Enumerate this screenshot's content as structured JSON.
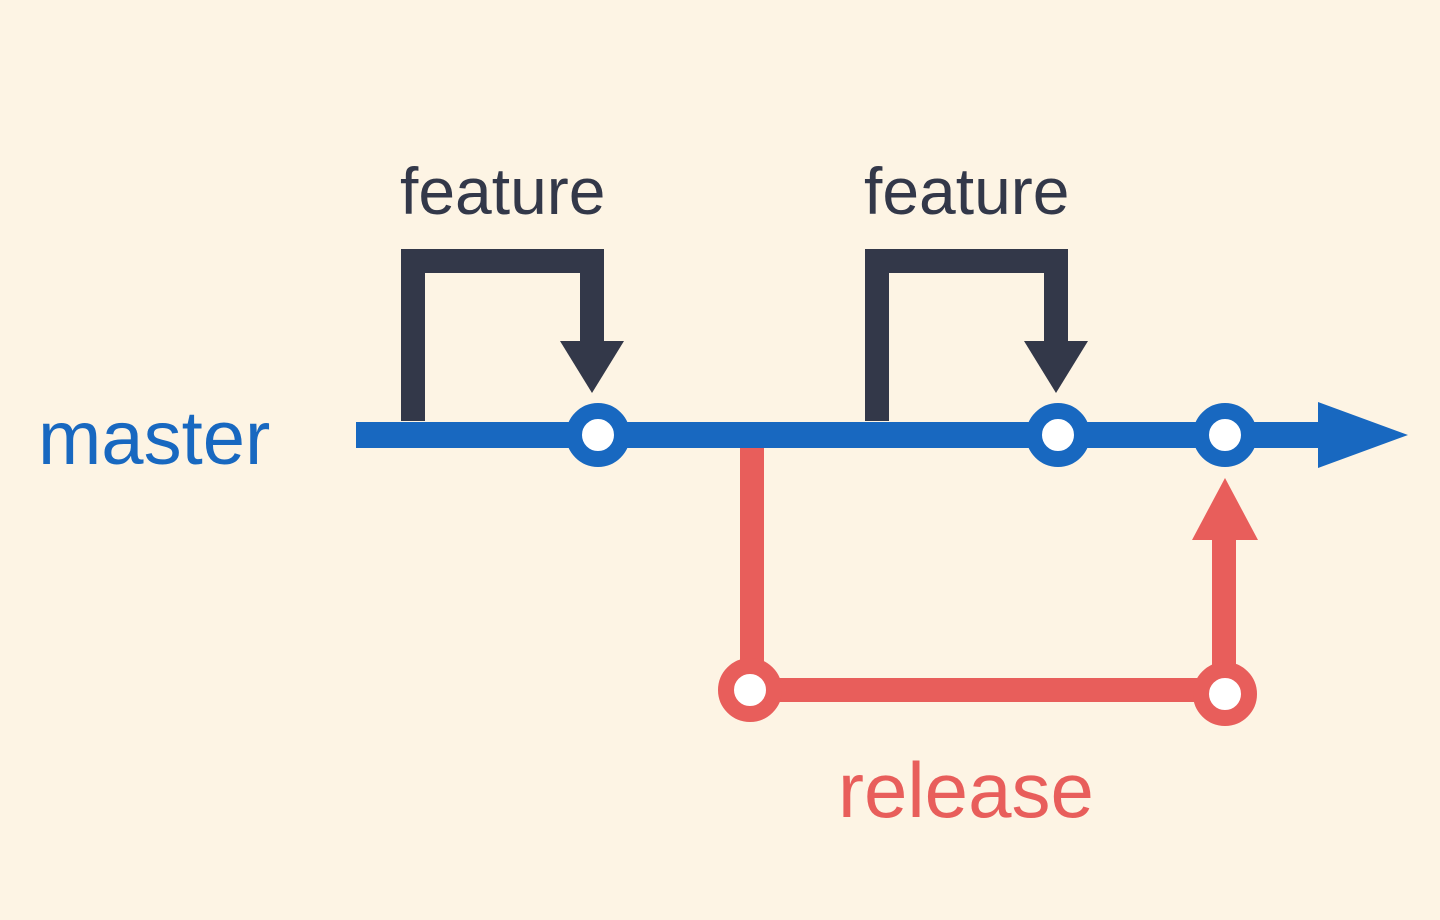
{
  "labels": {
    "master": "master",
    "feature_1": "feature",
    "feature_2": "feature",
    "release": "release"
  },
  "colors": {
    "background": "#fdf4e4",
    "master": "#1868c0",
    "feature": "#333849",
    "release": "#e85e5b",
    "node_fill": "#ffffff"
  }
}
